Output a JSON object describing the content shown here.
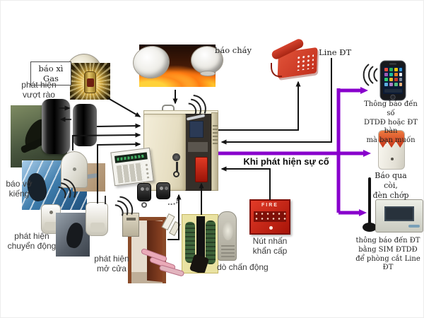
{
  "labels": {
    "gas": "báo xì Gas",
    "fence_l1": "phát hiện",
    "fence_l2": "vượt rào",
    "glass_l1": "báo vỡ",
    "glass_l2": "kiếng",
    "motion_l1": "phát hiện",
    "motion_l2": "chuyển động",
    "door_l1": "phát hiện",
    "door_l2": "mở cửa",
    "vibration": "dò chấn động",
    "panic_l1": "Nút nhấn",
    "panic_l2": "khẩn cấp",
    "fire_alarm": "báo cháy",
    "phone_line": "Line ĐT",
    "event_banner": "Khi phát hiện sự cố",
    "notify_mobile_l1": "Thông báo đến số",
    "notify_mobile_l2": "DTDĐ hoặc ĐT bàn",
    "notify_mobile_l3": "mà bạn muốn",
    "siren_l1": "Báo qua còi,",
    "siren_l2": "đèn chớp",
    "gsm_l1": "thông báo đến ĐT",
    "gsm_l2": "bằng SIM ĐTDĐ",
    "gsm_l3": "để phòng cắt Line ĐT",
    "panic_button_text": "FIRE"
  },
  "colors": {
    "accent_purple": "#8800CC",
    "line_black": "#1a1a1a",
    "alarm_red": "#C8251A",
    "cabinet_beige": "#ECE5CB",
    "phone_red": "#D23B28",
    "siren_orange": "#DD5A2E"
  },
  "devices": [
    "smoke-detector",
    "gas-cylinder-photo",
    "fire-photo",
    "heat-detector",
    "desk-phone",
    "beam-sensor-pair",
    "intruder-photo",
    "glass-break-photo",
    "glass-break-sensor",
    "pir-motion-sensor",
    "burglar-photo",
    "keypad",
    "remote-fob",
    "control-cabinet",
    "panic-button",
    "door-photo",
    "door-contact",
    "wireless-transmitter",
    "cable-connectors",
    "vibration-sensor-photo",
    "vibration-sensor",
    "smartphone",
    "strobe-siren",
    "gsm-dialer"
  ]
}
